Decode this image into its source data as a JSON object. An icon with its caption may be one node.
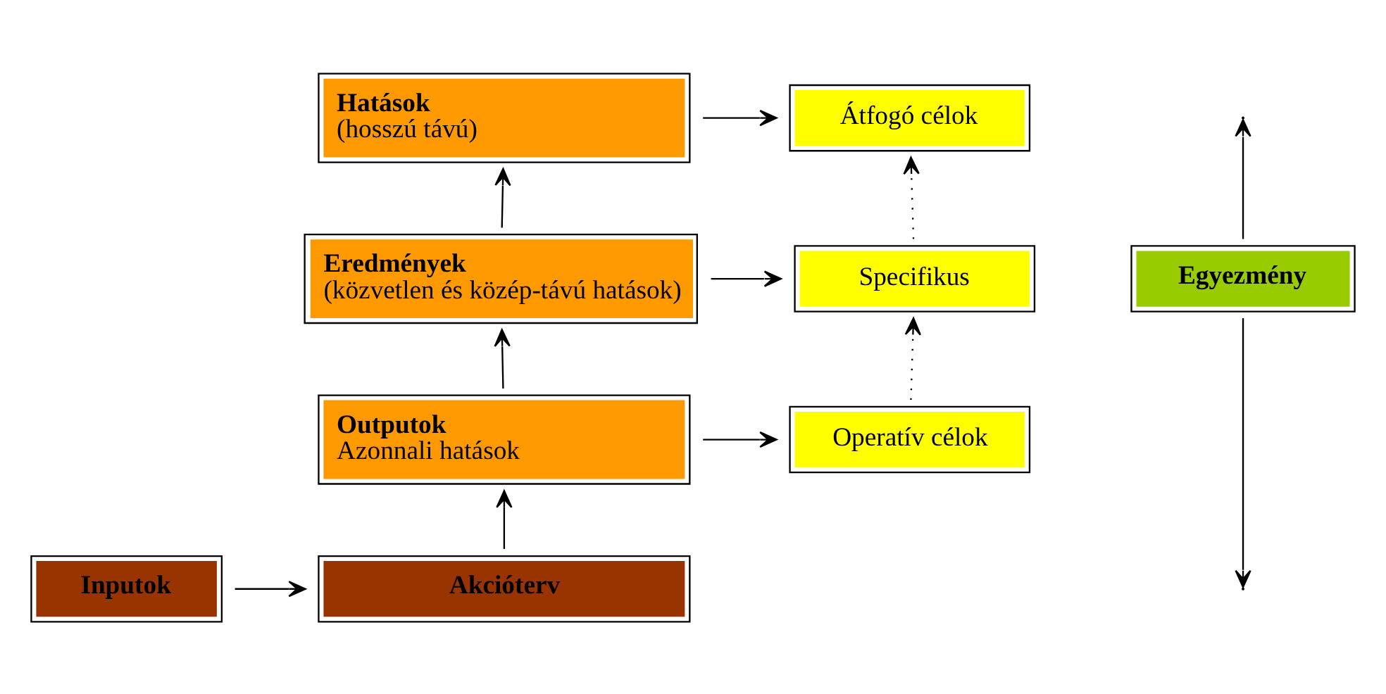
{
  "diagram": {
    "nodes": [
      {
        "text": [
          "Hatások",
          "(hosszú távú)"
        ]
      },
      {
        "text": [
          "Eredmények",
          "(közvetlen és közép-távú hatások)"
        ]
      },
      {
        "text": [
          "Outputok",
          "Azonnali hatások"
        ]
      },
      {
        "text": [
          "Inputok"
        ]
      },
      {
        "text": [
          "Akcióterv"
        ]
      },
      {
        "text": [
          "Átfogó célok"
        ]
      },
      {
        "text": [
          "Specifikus"
        ]
      },
      {
        "text": [
          "Operatív célok"
        ]
      },
      {
        "text": [
          "Egyezmény"
        ]
      }
    ],
    "edges": [
      {
        "from": 3,
        "to": 4,
        "arrow": "to"
      },
      {
        "from": 4,
        "to": 2,
        "arrow": "to"
      },
      {
        "from": 2,
        "to": 1,
        "arrow": "to"
      },
      {
        "from": 1,
        "to": 0,
        "arrow": "to"
      },
      {
        "from": 0,
        "to": 5,
        "arrow": "to"
      },
      {
        "from": 1,
        "to": 6,
        "arrow": "to"
      },
      {
        "from": 2,
        "to": 7,
        "arrow": "to"
      },
      {
        "from": 6,
        "to": 5,
        "arrow": "to",
        "style": "dashed"
      },
      {
        "from": 7,
        "to": 6,
        "arrow": "to",
        "style": "dashed"
      },
      {
        "from": 8,
        "to": null,
        "arrow": "to"
      },
      {
        "from": 8,
        "to": null,
        "arrow": "to"
      }
    ]
  }
}
